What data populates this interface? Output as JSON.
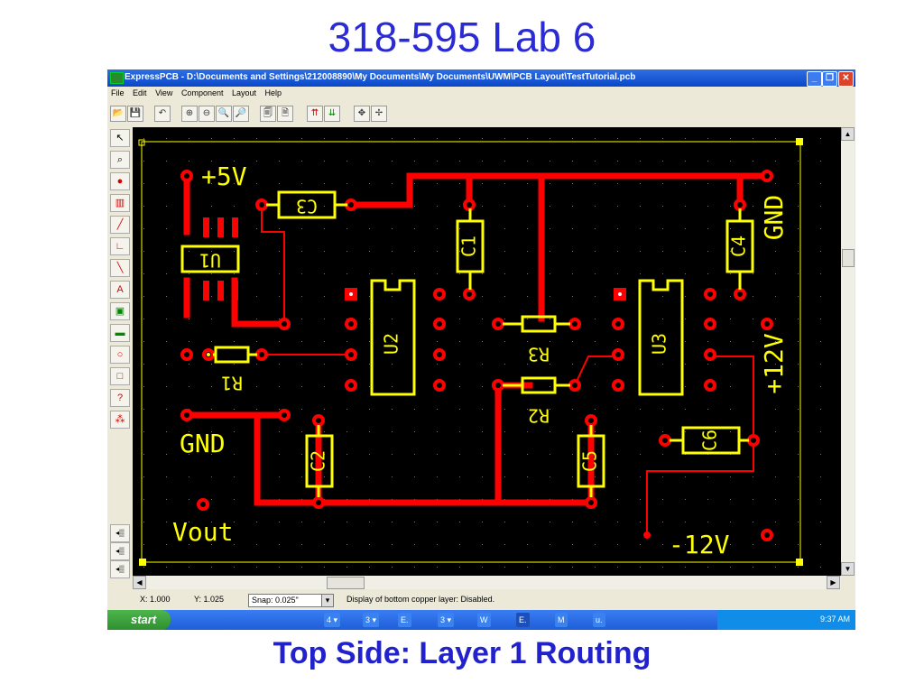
{
  "slide": {
    "title": "318-595 Lab 6",
    "caption": "Top Side: Layer 1 Routing"
  },
  "window": {
    "title": "ExpressPCB - D:\\Documents and Settings\\212008890\\My Documents\\My Documents\\UWM\\PCB Layout\\TestTutorial.pcb",
    "minimize": "_",
    "maximize": "❐",
    "close": "✕"
  },
  "menu": [
    "File",
    "Edit",
    "View",
    "Component",
    "Layout",
    "Help"
  ],
  "toolbar": {
    "icons": [
      "open-icon",
      "save-icon",
      "undo-icon",
      "zoom-in-icon",
      "zoom-out-icon",
      "zoom-area-icon",
      "zoom-fit-icon",
      "properties-icon",
      "netlist-icon",
      "top-layer-icon",
      "bottom-layer-icon",
      "move-icon",
      "pan-icon"
    ],
    "glyphs": [
      "📂",
      "💾",
      "↶",
      "⊕",
      "⊖",
      "🔍",
      "🔎",
      "🗐",
      "🗎",
      "⇈",
      "⇊",
      "✥",
      "✢"
    ]
  },
  "left_tools": {
    "icons": [
      "select-icon",
      "zoom-tool-icon",
      "pad-icon",
      "component-icon",
      "trace-icon",
      "corner-icon",
      "diagonal-icon",
      "text-icon",
      "fill-icon",
      "board-icon",
      "circle-icon",
      "outline-icon",
      "query-icon",
      "net-icon"
    ],
    "glyphs": [
      "↖",
      "⌕",
      "●",
      "▥",
      "╱",
      "∟",
      "╲",
      "A",
      "▣",
      "▬",
      "○",
      "□",
      "?",
      "⁂"
    ]
  },
  "layer_buttons": [
    "◂▒",
    "◂▒",
    "◂▒"
  ],
  "pcb": {
    "labels": {
      "plus5v": "+5V",
      "gnd_left": "GND",
      "vout": "Vout",
      "gnd_right": "GND",
      "plus12v": "+12V",
      "minus12v": "-12V"
    },
    "components": {
      "U1": "U1",
      "U2": "U2",
      "U3": "U3",
      "C1": "C1",
      "C2": "C2",
      "C3": "C3",
      "C4": "C4",
      "C5": "C5",
      "C6": "C6",
      "R1": "R1",
      "R2": "R2",
      "R3": "R3"
    },
    "colors": {
      "trace": "#ff0000",
      "silkscreen": "#ffff00",
      "background": "#000000",
      "pad_hole": "#ffffff"
    }
  },
  "status": {
    "x": "X: 1.000",
    "y": "Y: 1.025",
    "snap": "Snap: 0.025\"",
    "message": "Display of bottom copper layer:  Disabled."
  },
  "taskbar": {
    "start": "start",
    "tasks": [
      "4 ▾",
      "3 ▾",
      "E.",
      "3 ▾",
      "W",
      "E.",
      "M",
      "u."
    ],
    "clock": "9:37 AM"
  }
}
